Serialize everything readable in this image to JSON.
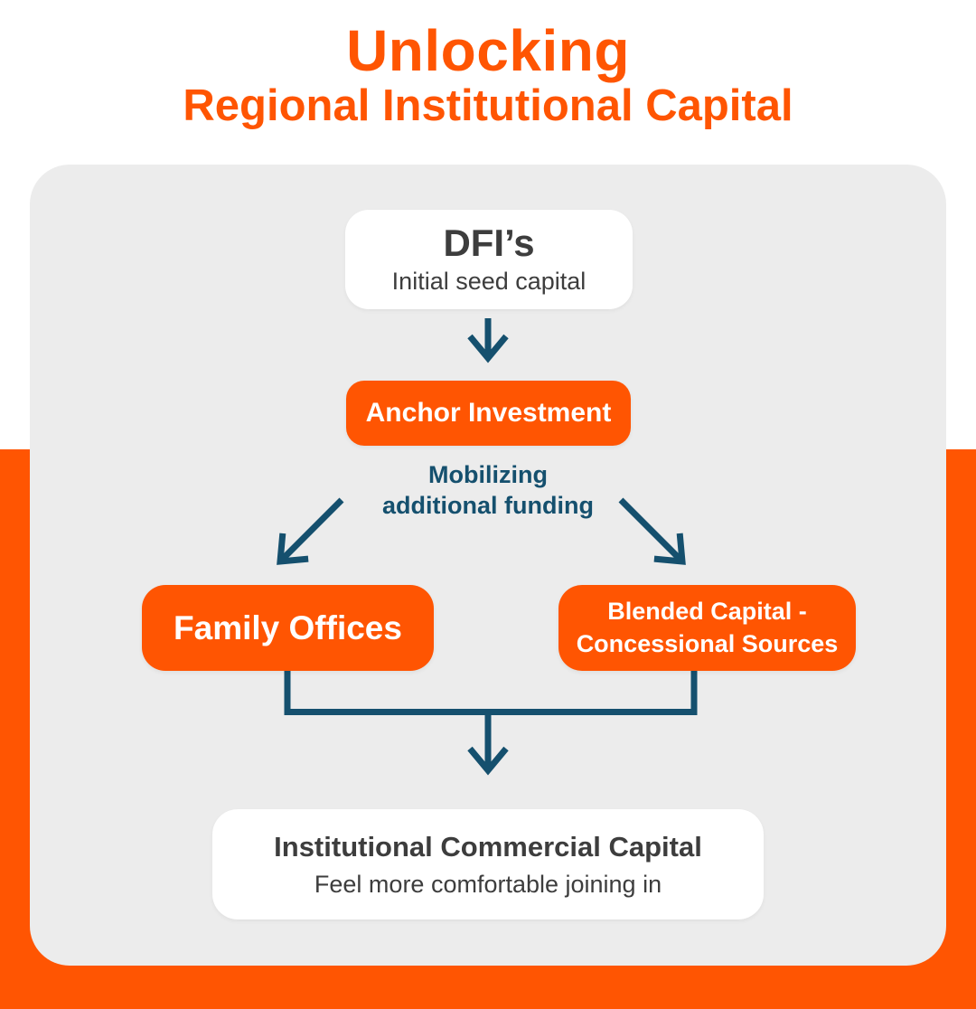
{
  "header": {
    "title_line1": "Unlocking",
    "title_line2": "Regional Institutional Capital"
  },
  "flow": {
    "dfi_title": "DFI’s",
    "dfi_subtitle": "Initial seed capital",
    "anchor_label": "Anchor Investment",
    "mobilizing_line1": "Mobilizing",
    "mobilizing_line2": "additional funding",
    "family_label": "Family Offices",
    "blended_line1": "Blended Capital -",
    "blended_line2": "Concessional Sources",
    "institutional_title": "Institutional Commercial Capital",
    "institutional_subtitle": "Feel more comfortable joining in"
  },
  "colors": {
    "accent_orange": "#FF5502",
    "panel_gray": "#ECECEC",
    "connector_teal": "#15506E",
    "dark_text": "#3D3D3D",
    "box_white": "#FFFFFF"
  }
}
